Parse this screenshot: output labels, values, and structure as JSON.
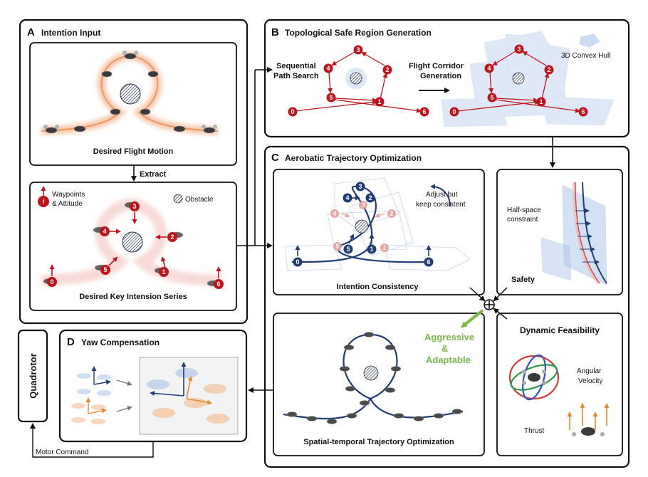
{
  "panels": {
    "A": {
      "letter": "A",
      "title": "Intention Input"
    },
    "B": {
      "letter": "B",
      "title": "Topological Safe Region Generation"
    },
    "C": {
      "letter": "C",
      "title": "Aerobatic Trajectory Optimization"
    },
    "D": {
      "letter": "D",
      "title": "Yaw Compensation"
    }
  },
  "captions": {
    "desired_flight_motion": "Desired Flight Motion",
    "extract": "Extract",
    "desired_key_intension_series": "Desired Key Intension Series",
    "waypoints_line1": "Waypoints",
    "waypoints_line2": "& Attitude",
    "waypoint_icon_letter": "i",
    "obstacle": "Obstacle",
    "sequential_line1": "Sequential",
    "sequential_line2": "Path Search",
    "corridor_line1": "Flight Corridor",
    "corridor_line2": "Generation",
    "convex_hull": "3D Convex Hull",
    "adjust_line1": "Adjust but",
    "adjust_line2": "keep consistent",
    "intention_consistency": "Intention Consistency",
    "half_space_line1": "Half-space",
    "half_space_line2": "constraint",
    "safety": "Safety",
    "aggressive_line1": "Aggressive",
    "aggressive_line2": "&",
    "aggressive_line3": "Adaptable",
    "dynamic_feasibility": "Dynamic Feasibility",
    "angular_line1": "Angular",
    "angular_line2": "Velocity",
    "thrust": "Thrust",
    "spatial_temporal": "Spatial-temporal Trajectory Optimization",
    "quadrotor": "Quadrotor",
    "motor_command": "Motor Command"
  },
  "waypoint_labels": [
    "0",
    "1",
    "2",
    "3",
    "4",
    "5",
    "6"
  ],
  "colors": {
    "red": "#c0141c",
    "navy": "#1f3c73",
    "pink": "#e8a09a",
    "orange_glow": "#f4a070",
    "corridor_blue": "#a9c4ea",
    "green_arrow": "#7ab648",
    "aggressive_green": "#7ab648"
  }
}
